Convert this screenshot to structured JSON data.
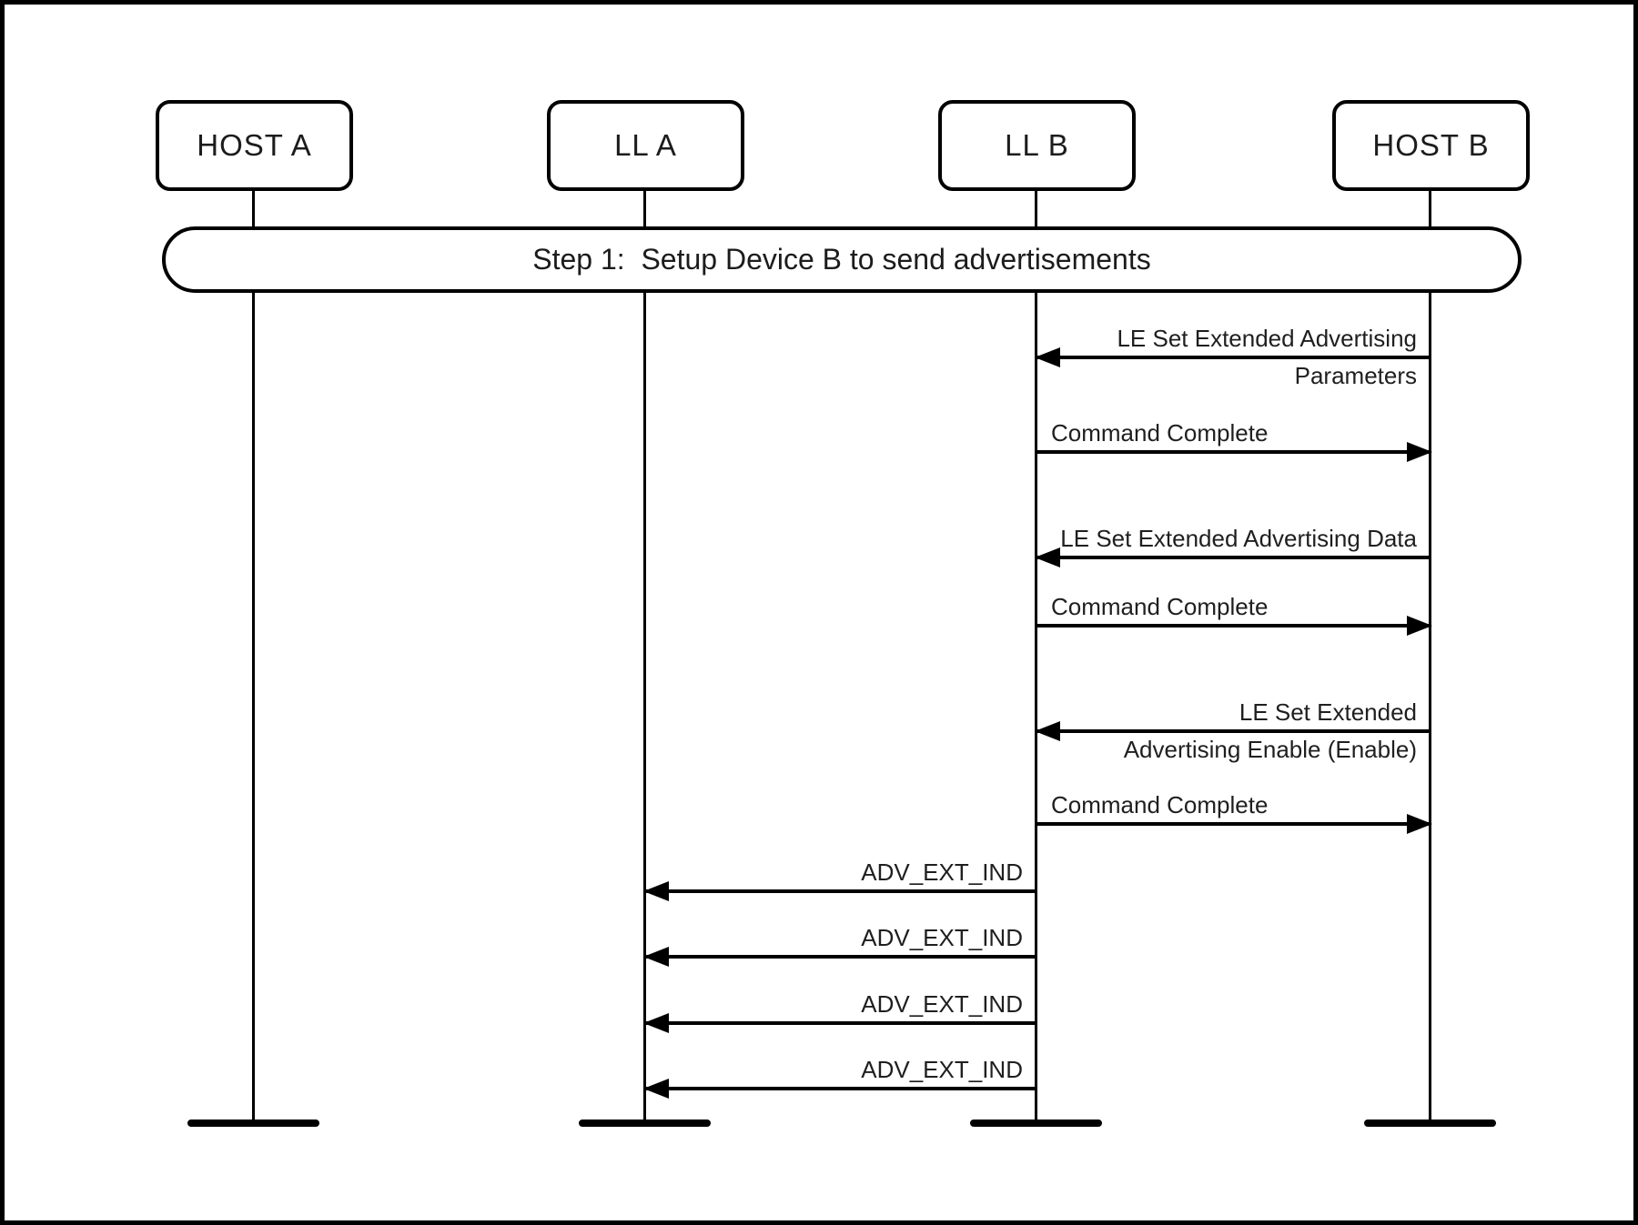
{
  "diagram": {
    "banner": {
      "label": "Step 1:  Setup Device B to send advertisements"
    },
    "actors": [
      {
        "id": "host-a",
        "label": "HOST A"
      },
      {
        "id": "ll-a",
        "label": "LL A"
      },
      {
        "id": "ll-b",
        "label": "LL B"
      },
      {
        "id": "host-b",
        "label": "HOST B"
      }
    ],
    "messages": [
      {
        "from": "HOST B",
        "to": "LL B",
        "direction": "left",
        "label_line1": "LE Set Extended Advertising",
        "label_line2": "Parameters"
      },
      {
        "from": "LL B",
        "to": "HOST B",
        "direction": "right",
        "label": "Command Complete"
      },
      {
        "from": "HOST B",
        "to": "LL B",
        "direction": "left",
        "label": "LE Set Extended Advertising Data"
      },
      {
        "from": "LL B",
        "to": "HOST B",
        "direction": "right",
        "label": "Command Complete"
      },
      {
        "from": "HOST B",
        "to": "LL B",
        "direction": "left",
        "label_line1": "LE Set Extended",
        "label_line2": "Advertising Enable (Enable)"
      },
      {
        "from": "LL B",
        "to": "HOST B",
        "direction": "right",
        "label": "Command Complete"
      },
      {
        "from": "LL B",
        "to": "LL A",
        "direction": "left",
        "label": "ADV_EXT_IND"
      },
      {
        "from": "LL B",
        "to": "LL A",
        "direction": "left",
        "label": "ADV_EXT_IND"
      },
      {
        "from": "LL B",
        "to": "LL A",
        "direction": "left",
        "label": "ADV_EXT_IND"
      },
      {
        "from": "LL B",
        "to": "LL A",
        "direction": "left",
        "label": "ADV_EXT_IND"
      }
    ],
    "colors": {
      "line": "#000000",
      "background": "#ffffff",
      "text": "#1f1f1f"
    }
  }
}
